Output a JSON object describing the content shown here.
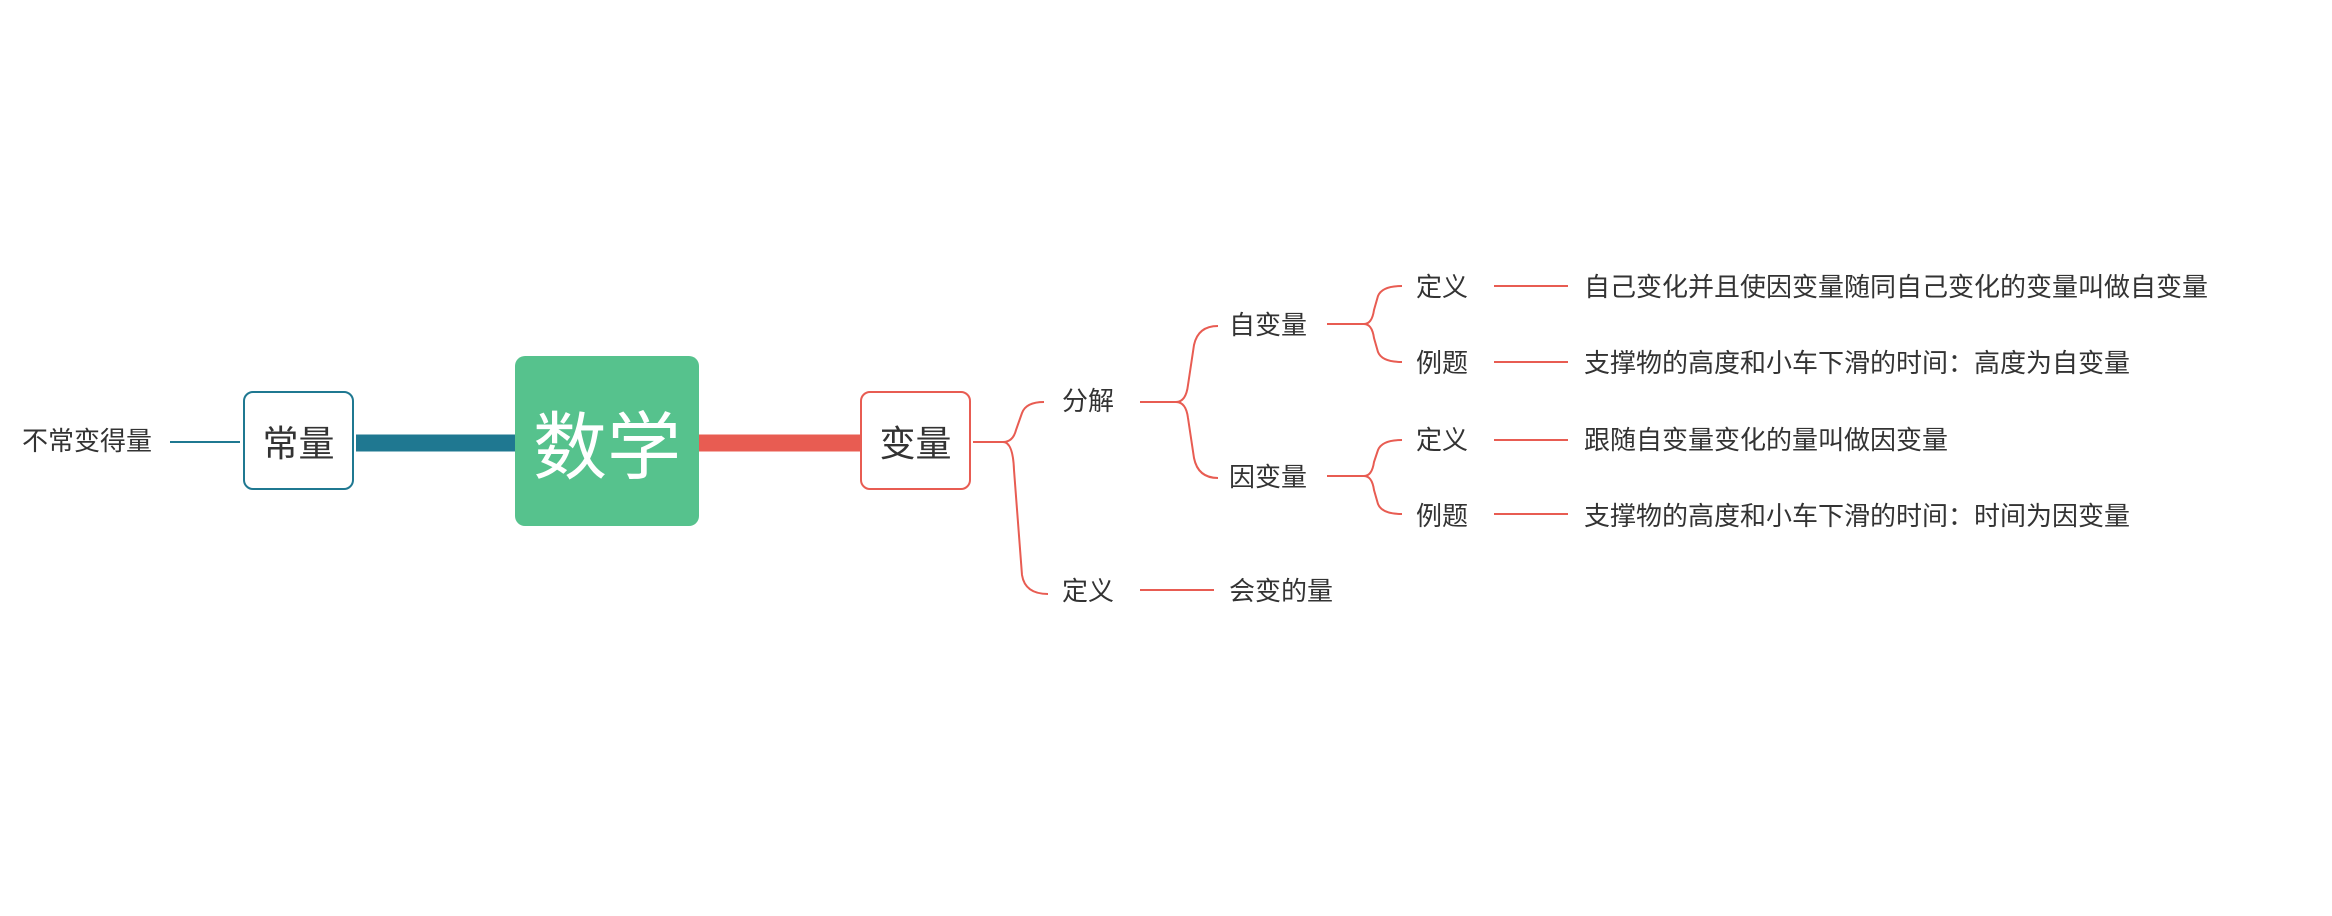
{
  "colors": {
    "root_fill": "#56c28d",
    "right_branch": "#e85c52",
    "left_branch": "#1f7891",
    "text": "#333333"
  },
  "root": {
    "label": "数学"
  },
  "left": {
    "label": "常量",
    "child": "不常变得量"
  },
  "right": {
    "label": "变量",
    "breakdown": {
      "label": "分解",
      "independent": {
        "label": "自变量",
        "definition_label": "定义",
        "definition_text": "自己变化并且使因变量随同自己变化的变量叫做自变量",
        "example_label": "例题",
        "example_text": "支撑物的高度和小车下滑的时间：高度为自变量"
      },
      "dependent": {
        "label": "因变量",
        "definition_label": "定义",
        "definition_text": "跟随自变量变化的量叫做因变量",
        "example_label": "例题",
        "example_text": "支撑物的高度和小车下滑的时间：时间为因变量"
      }
    },
    "definition": {
      "label": "定义",
      "text": "会变的量"
    }
  }
}
